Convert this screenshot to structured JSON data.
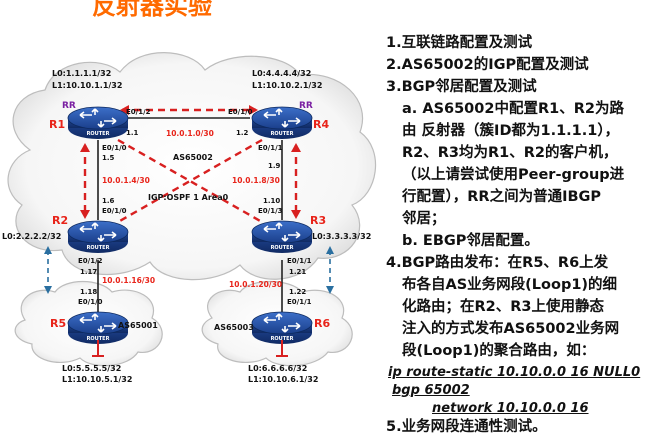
{
  "page_title": "反射器实验",
  "routers": {
    "r1": {
      "name": "R1",
      "tag": "RR",
      "lo": "L0:1.1.1.1/32",
      "lo1": "L1:10.10.1.1/32",
      "device": "ROUTER"
    },
    "r2": {
      "name": "R2",
      "lo": "L0:2.2.2.2/32",
      "device": "ROUTER"
    },
    "r3": {
      "name": "R3",
      "lo": "L0:3.3.3.3/32",
      "device": "ROUTER"
    },
    "r4": {
      "name": "R4",
      "tag": "RR",
      "lo": "L0:4.4.4.4/32",
      "lo1": "L1:10.10.2.1/32",
      "device": "ROUTER"
    },
    "r5": {
      "name": "R5",
      "as": "AS65001",
      "lo": "L0:5.5.5.5/32",
      "lo1": "L1:10.10.5.1/32",
      "device": "ROUTER"
    },
    "r6": {
      "name": "R6",
      "as": "AS65003",
      "lo": "L0:6.6.6.6/32",
      "lo1": "L1:10.10.6.1/32",
      "device": "ROUTER"
    }
  },
  "core": {
    "as": "AS65002",
    "igp": "IGP:OSPF 1 Area0"
  },
  "links": {
    "r1_r4": {
      "net": "10.0.1.0/30",
      "r1_if": "E0/1/2",
      "r1_ip": "1.1",
      "r4_if": "E0/1/0",
      "r4_ip": "1.2"
    },
    "r1_r2": {
      "net": "10.0.1.4/30",
      "r1_if": "E0/1/0",
      "r1_ip": "1.5",
      "r2_ip": "1.6",
      "r2_if": "E0/1/0"
    },
    "r4_r3": {
      "net": "10.0.1.8/30",
      "r4_if": "E0/1/1",
      "r4_ip": "1.9",
      "r3_ip": "1.10",
      "r3_if": "E0/1/3"
    },
    "r2_r5": {
      "net": "10.0.1.16/30",
      "r2_if": "E0/1/2",
      "r2_ip": "1.17",
      "r5_ip": "1.18",
      "r5_if": "E0/1/0"
    },
    "r3_r6": {
      "net": "10.0.1.20/30",
      "r3_if": "E0/1/1",
      "r3_ip": "1.21",
      "r6_ip": "1.22",
      "r6_if": "E0/1/1"
    }
  },
  "steps": [
    "1.互联链路配置及测试",
    "2.AS65002的IGP配置及测试",
    "3.BGP邻居配置及测试",
    "a. AS65002中配置R1、R2为路",
    "由 反射器（簇ID都为1.1.1.1），",
    "R2、R3均为R1、R2的客户机，",
    "（以上请尝试使用Peer-group进",
    "行配置），RR之间为普通IBGP",
    "邻居；",
    "b. EBGP邻居配置。",
    "4.BGP路由发布：在R5、R6上发",
    "布各自AS业务网段(Loop1)的细",
    "化路由；在R2、R3上使用静态",
    "注入的方式发布AS65002业务网",
    "段(Loop1)的聚合路由，如：",
    "ip route-static 10.10.0.0 16 NULL0",
    "bgp 65002",
    "network 10.10.0.0 16",
    "5.业务网段连通性测试。"
  ],
  "colors": {
    "title": "#ff6a00",
    "link_label": "#e8241a",
    "router_name": "#e8241a",
    "rr_tag": "#7a1fa2",
    "router_body": "#1b3f8b",
    "dashed": "#d82020",
    "cloud_edge": "#b9b9b9"
  }
}
